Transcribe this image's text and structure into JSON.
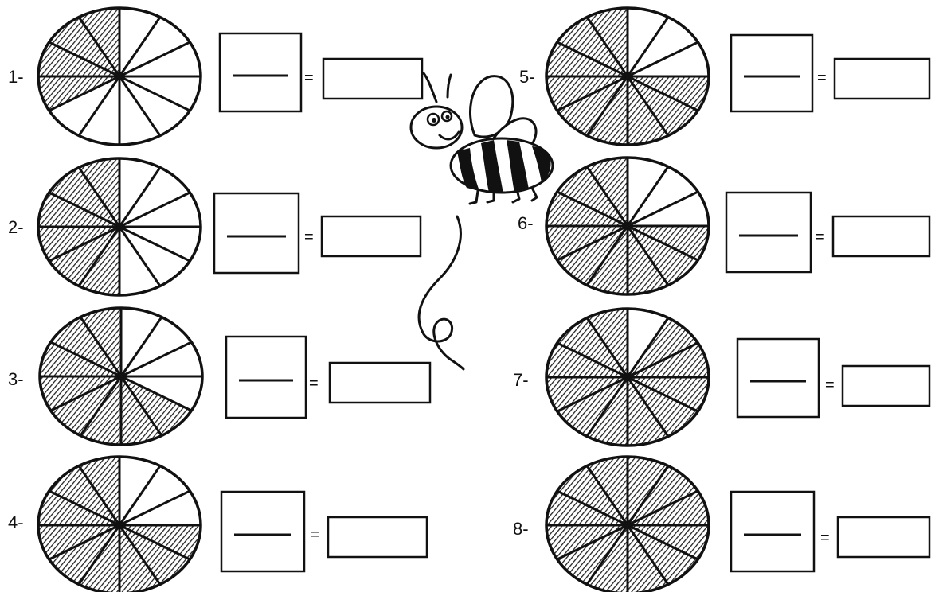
{
  "exercises": [
    {
      "label": "1-",
      "parts": 12,
      "shaded": 4,
      "column": "left"
    },
    {
      "label": "2-",
      "parts": 12,
      "shaded": 6,
      "column": "left"
    },
    {
      "label": "3-",
      "parts": 12,
      "shaded": 8,
      "column": "left"
    },
    {
      "label": "4-",
      "parts": 12,
      "shaded": 9,
      "column": "left"
    },
    {
      "label": "5-",
      "parts": 12,
      "shaded": 9,
      "column": "right"
    },
    {
      "label": "6-",
      "parts": 12,
      "shaded": 9,
      "column": "right"
    },
    {
      "label": "7-",
      "parts": 12,
      "shaded": 11,
      "column": "right"
    },
    {
      "label": "8-",
      "parts": 12,
      "shaded": 12,
      "column": "right"
    }
  ],
  "equals_sign": "=",
  "decoration": "bee-icon"
}
